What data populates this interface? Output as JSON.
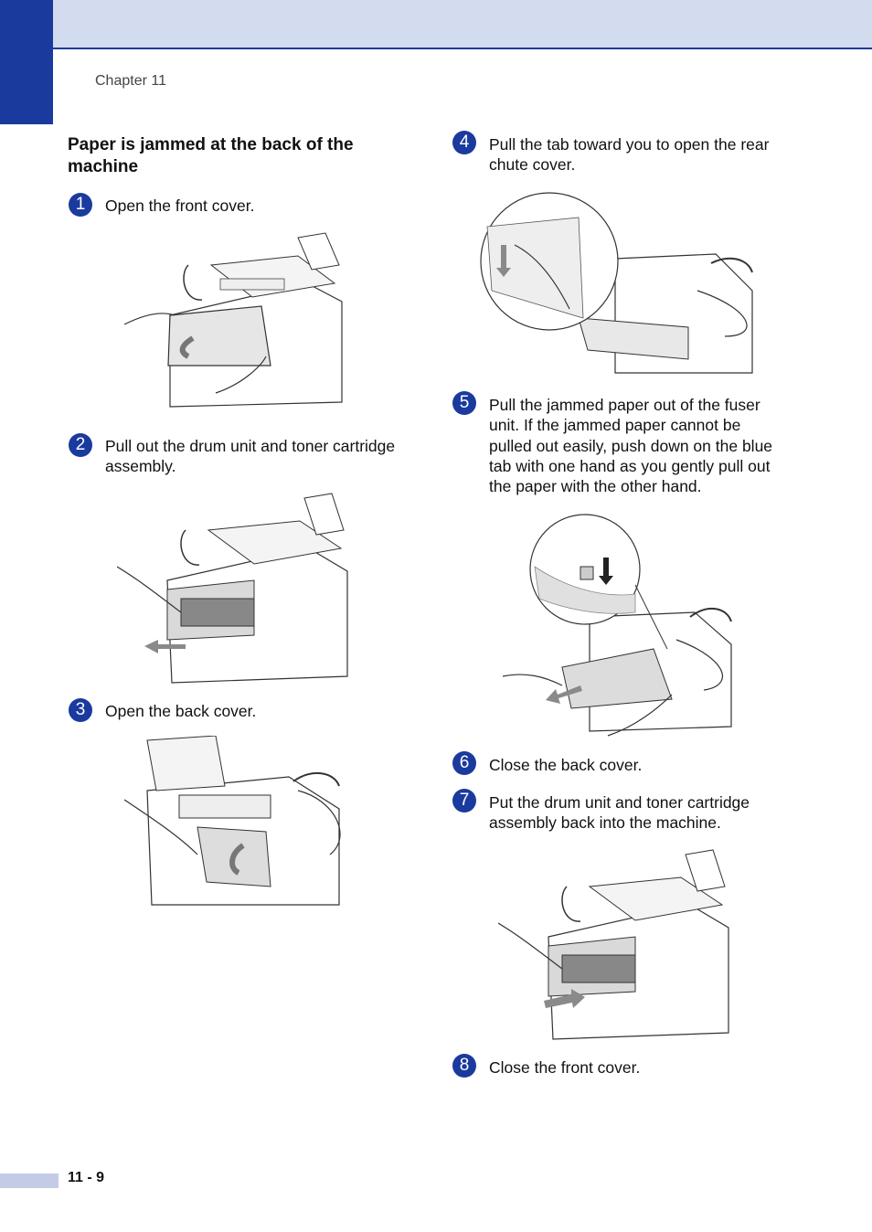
{
  "header": {
    "chapter": "Chapter 11"
  },
  "section": {
    "title": "Paper is jammed at the back of the machine"
  },
  "steps": [
    {
      "number": "1",
      "text": "Open the front cover."
    },
    {
      "number": "2",
      "text": "Pull out the drum unit and toner cartridge assembly."
    },
    {
      "number": "3",
      "text": "Open the back cover."
    },
    {
      "number": "4",
      "text": "Pull the tab toward you to open the rear chute cover."
    },
    {
      "number": "5",
      "text": "Pull the jammed paper out of the fuser unit. If the jammed paper cannot be pulled out easily, push down on the blue tab with one hand as you gently pull out the paper with the other hand."
    },
    {
      "number": "6",
      "text": "Close the back cover."
    },
    {
      "number": "7",
      "text": "Put the drum unit and toner cartridge assembly back into the machine."
    },
    {
      "number": "8",
      "text": "Close the front cover."
    }
  ],
  "footer": {
    "page_number": "11 - 9"
  },
  "colors": {
    "accent": "#1a3a9e",
    "header_band": "#d3dbee",
    "arrow_gray": "#8a8a8a"
  }
}
